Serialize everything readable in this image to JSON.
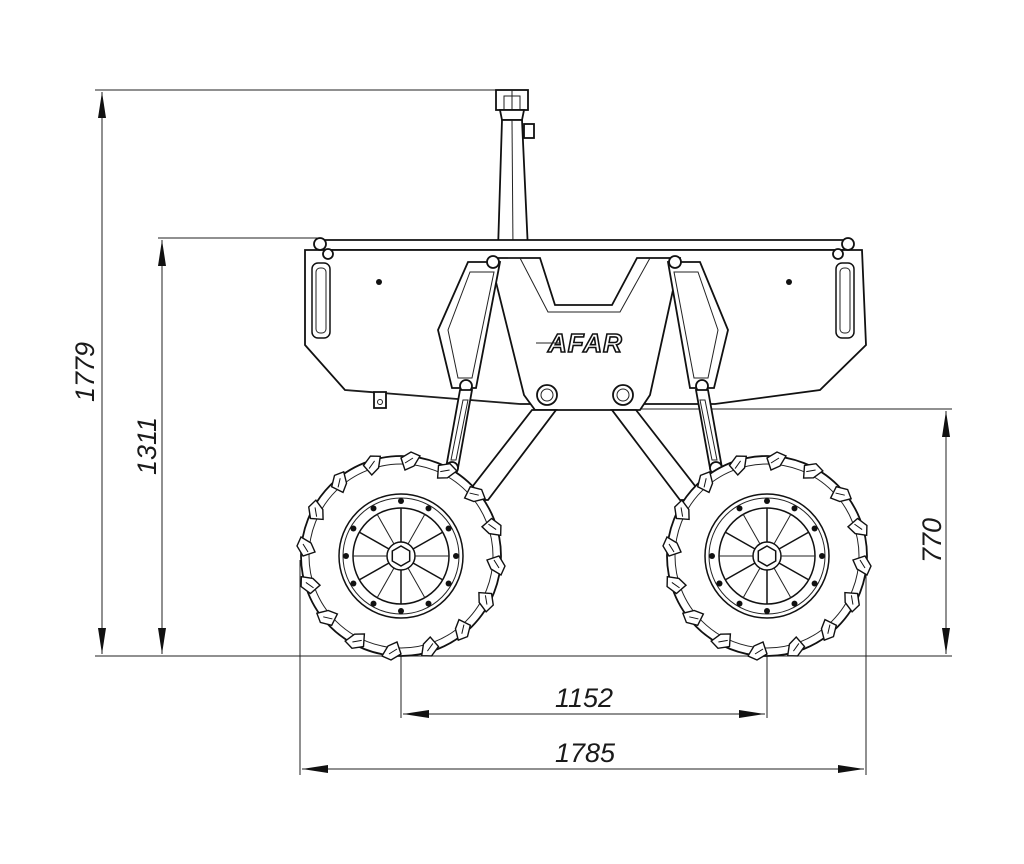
{
  "drawing": {
    "brand_mark": "AFAR",
    "line_color": "#111111",
    "background_color": "#ffffff"
  },
  "dimensions": {
    "total_height": "1779",
    "box_height": "1311",
    "boom_height": "770",
    "track_width": "1152",
    "overall_width": "1785"
  }
}
